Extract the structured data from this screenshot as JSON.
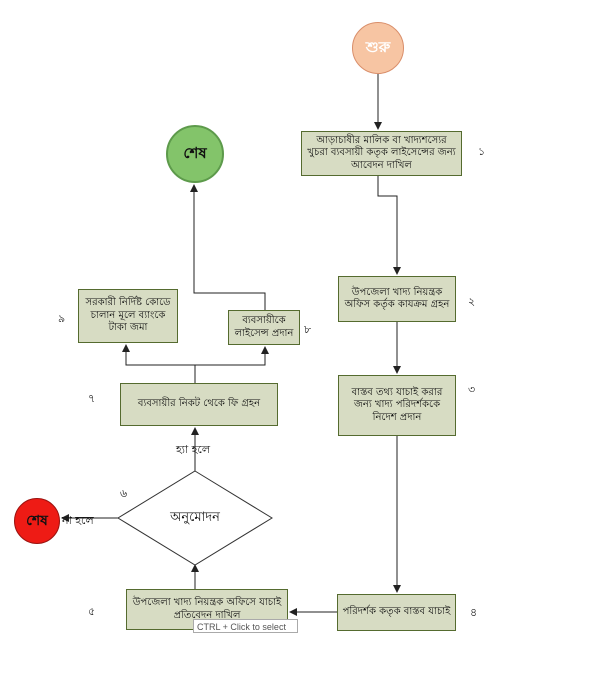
{
  "nodes": {
    "start": "শুরু",
    "end_top": "শেষ",
    "end_left": "শেষ",
    "step1": "আড়াচাষীর মালিক বা খাদ্যশস্যের খুচরা ব্যবসায়ী কতৃক লাইসেন্সের জন্য আবেদন দাখিল",
    "step2": "উপজেলা খাদ্য নিয়ন্ত্রক অফিস কর্তৃক কাযক্রম গ্রহন",
    "step3": "বাস্তব তথ্য যাচাই করার জন্য খাদ্য পরিদর্শককে নিদেশ প্রদান",
    "step4": "পরিদর্শক কতৃক বাস্তব যাচাই",
    "step5": "উপজেলা খাদ্য নিয়ন্ত্রক অফিসে যাচাই প্রতিবেদন দাখিল",
    "decision": "অনুমোদন",
    "step7": "ব্যবসায়ীর নিকট থেকে ফি গ্রহন",
    "step8": "ব্যবসায়ীকে লাইসেন্স প্রদান",
    "step9": "সরকারী নির্দিষ্ট কোডে চালান মূলে ব্যাংকে টাকা জমা"
  },
  "numbers": {
    "n1": "১",
    "n2": "২",
    "n3": "৩",
    "n4": "৪",
    "n5": "৫",
    "n6": "৬",
    "n7": "৭",
    "n8": "৮",
    "n9": "৯"
  },
  "edge_labels": {
    "yes": "হ্যা হলে",
    "no": "না হলে"
  },
  "tooltip": "CTRL + Click to select"
}
